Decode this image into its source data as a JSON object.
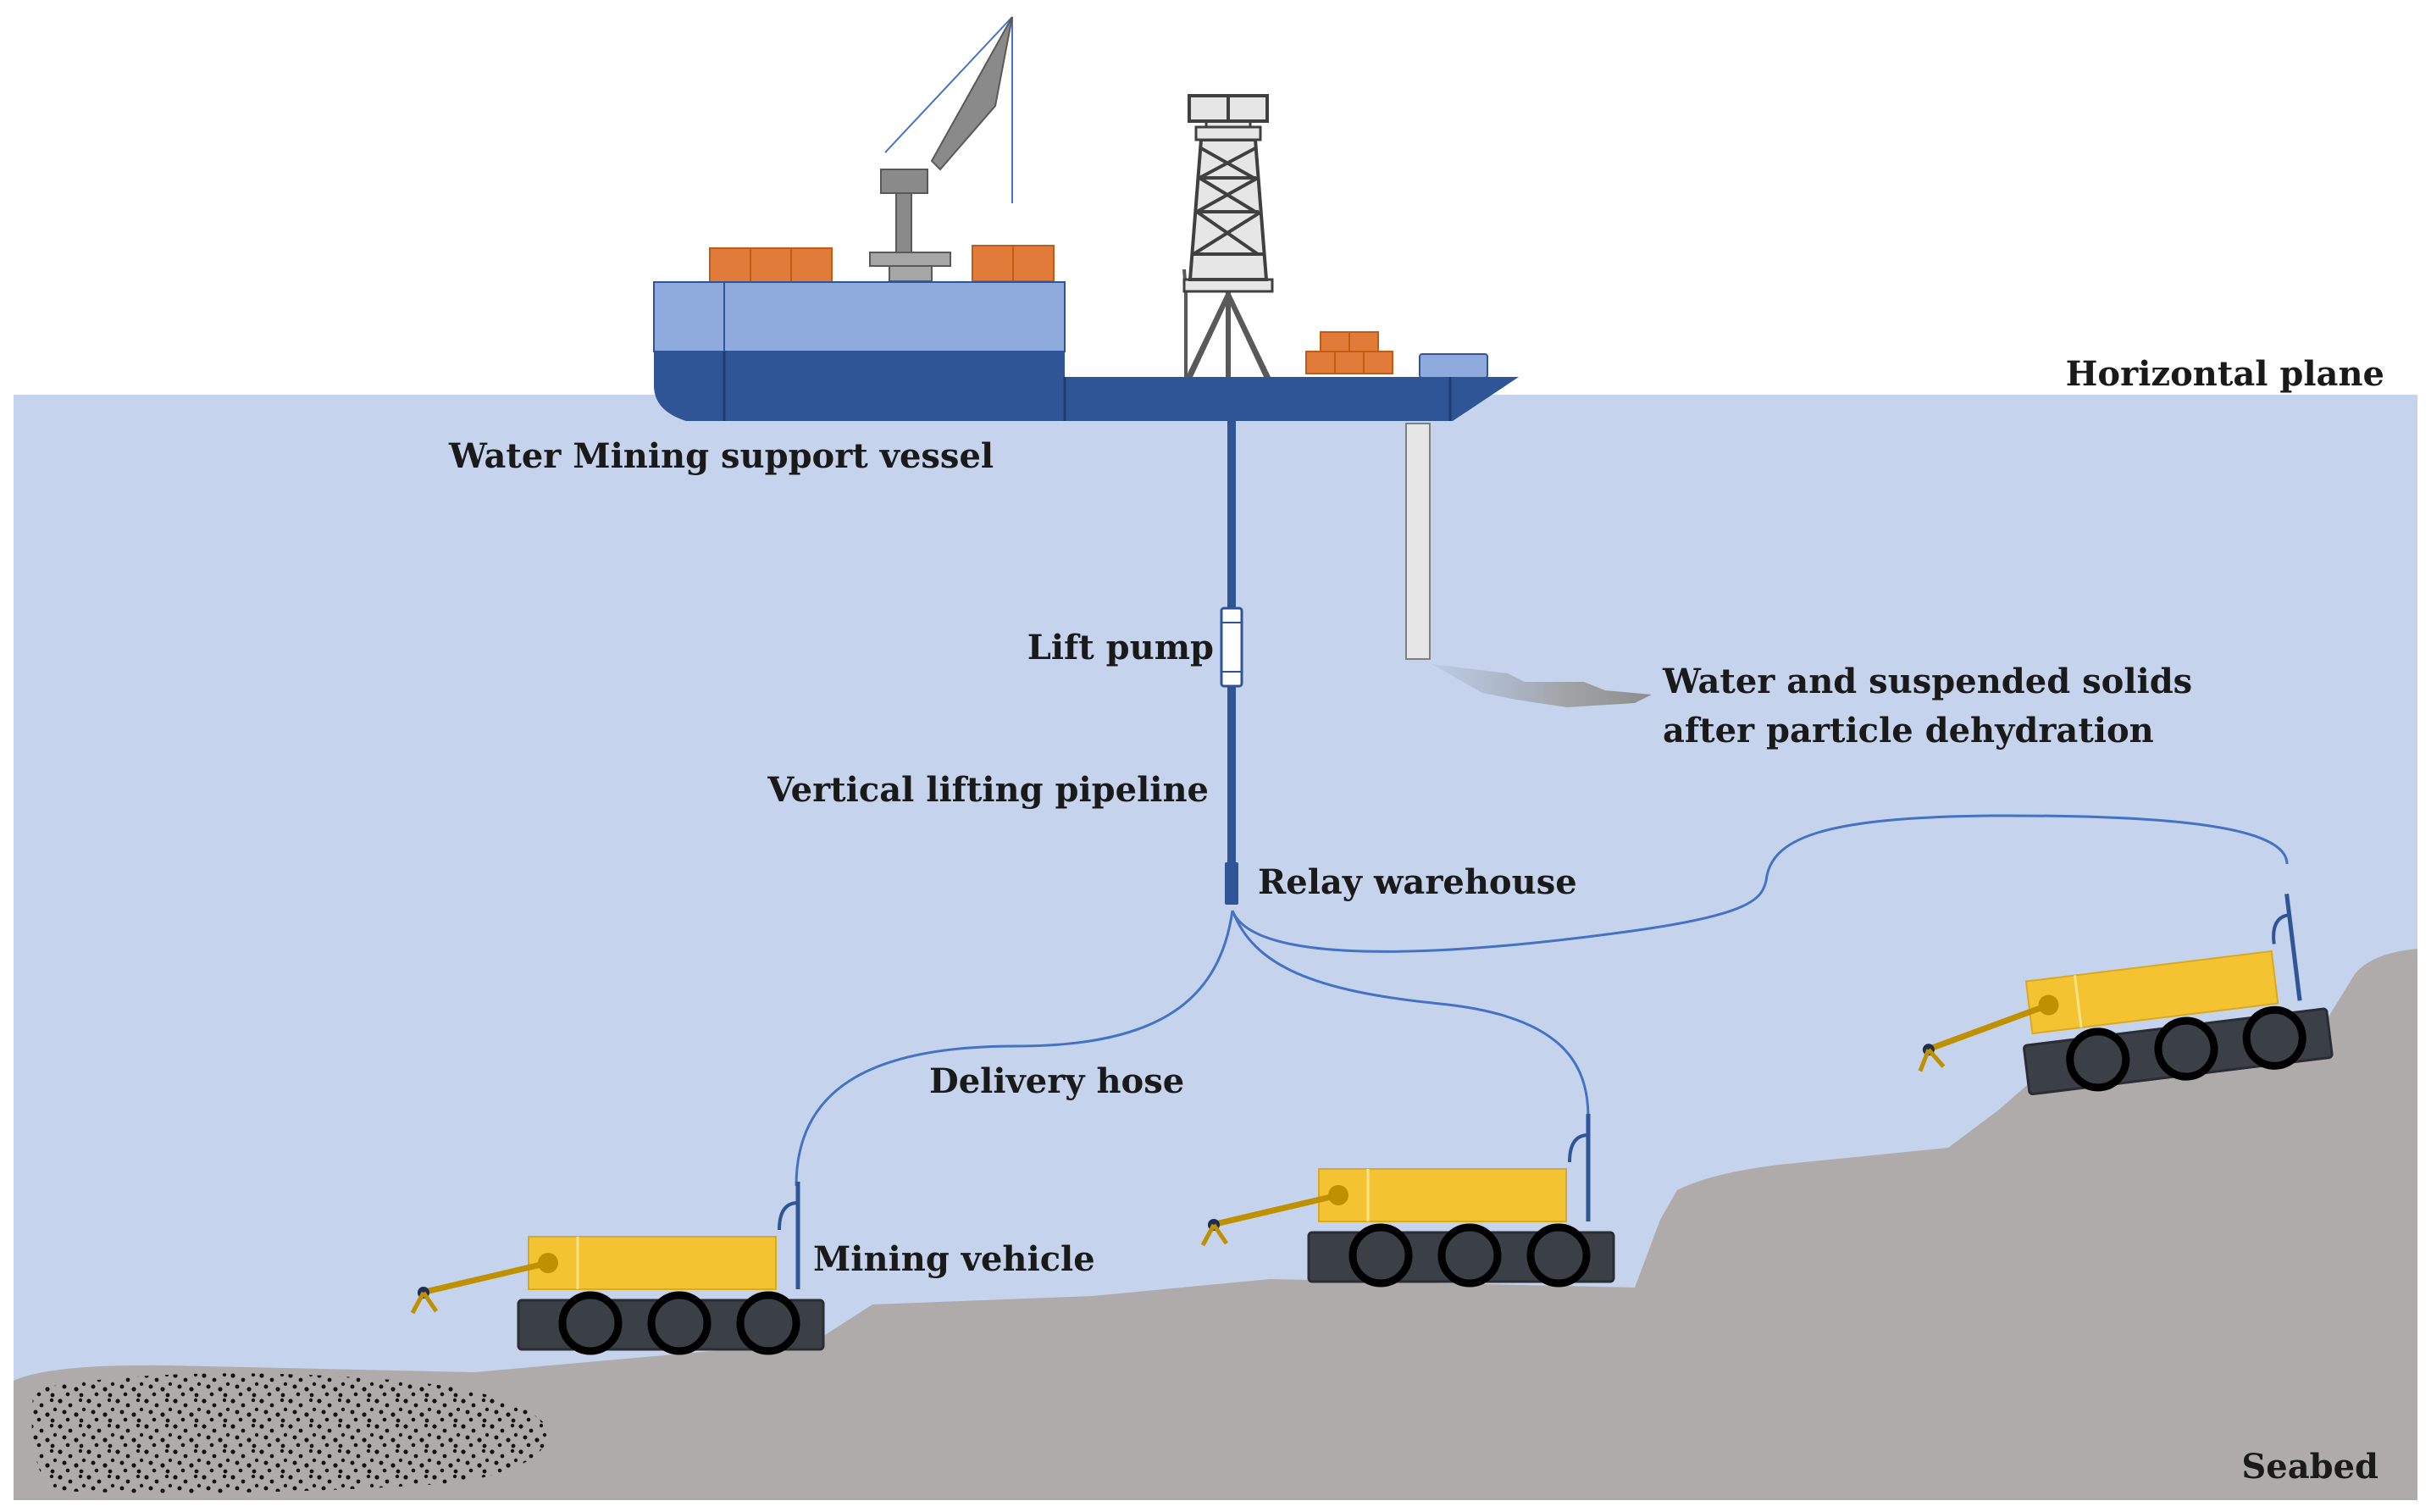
{
  "labels": {
    "horizontal_plane": "Horizontal plane",
    "support_vessel": "Water Mining support vessel",
    "lift_pump": "Lift pump",
    "discharge_line1": "Water and suspended solids",
    "discharge_line2": "after particle dehydration",
    "vertical_pipeline": "Vertical lifting pipeline",
    "relay_warehouse": "Relay warehouse",
    "delivery_hose": "Delivery hose",
    "mining_vehicle": "Mining vehicle",
    "seabed": "Seabed"
  },
  "colors": {
    "sea": "#c5d4ec",
    "seabed": "#afabab",
    "hull_dark": "#2f5597",
    "hull_light": "#8faadc",
    "cargo": "#e07b39",
    "vehicle_body": "#f3c331",
    "vehicle_track": "#3b3f46",
    "hose": "#4472c4",
    "pipe": "#2f5597",
    "arm": "#bf9000"
  },
  "vehicles": [
    "left",
    "middle",
    "right"
  ]
}
